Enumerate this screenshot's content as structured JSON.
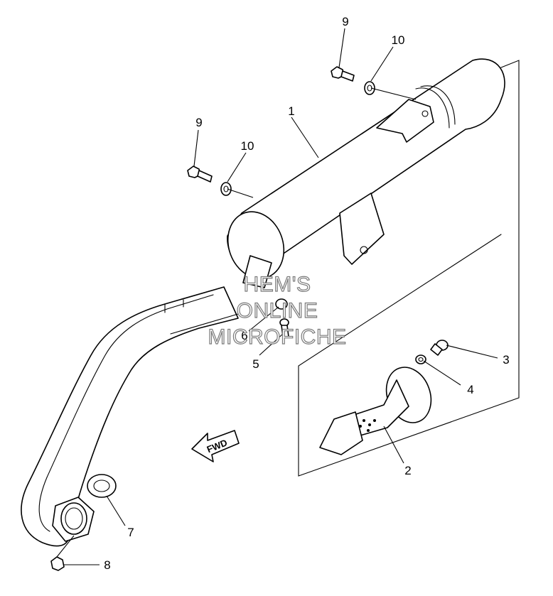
{
  "watermark": {
    "line1": "HEM'S",
    "line2": "ONLINE",
    "line3": "MICROFICHE"
  },
  "direction_arrow": {
    "label": "FWD"
  },
  "callouts": {
    "c1": "1",
    "c2": "2",
    "c3": "3",
    "c4": "4",
    "c5": "5",
    "c6": "6",
    "c7": "7",
    "c8": "8",
    "c9a": "9",
    "c9b": "9",
    "c10a": "10",
    "c10b": "10"
  }
}
